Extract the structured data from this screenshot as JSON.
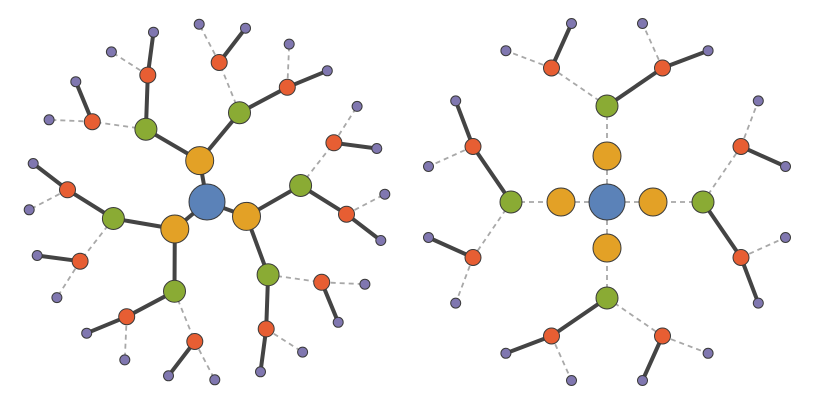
{
  "colors": {
    "root": "#5b82b8",
    "level1": "#e3a126",
    "level2": "#8aab34",
    "level3": "#e75e33",
    "leaf": "#8077b0",
    "edge_solid": "#444444",
    "edge_dashed": "#a8a8a8"
  },
  "diagrams": [
    {
      "name": "tree-left",
      "branching": [
        3,
        2,
        2,
        2
      ]
    },
    {
      "name": "tree-right",
      "branching": [
        4,
        1,
        2,
        2
      ]
    }
  ]
}
